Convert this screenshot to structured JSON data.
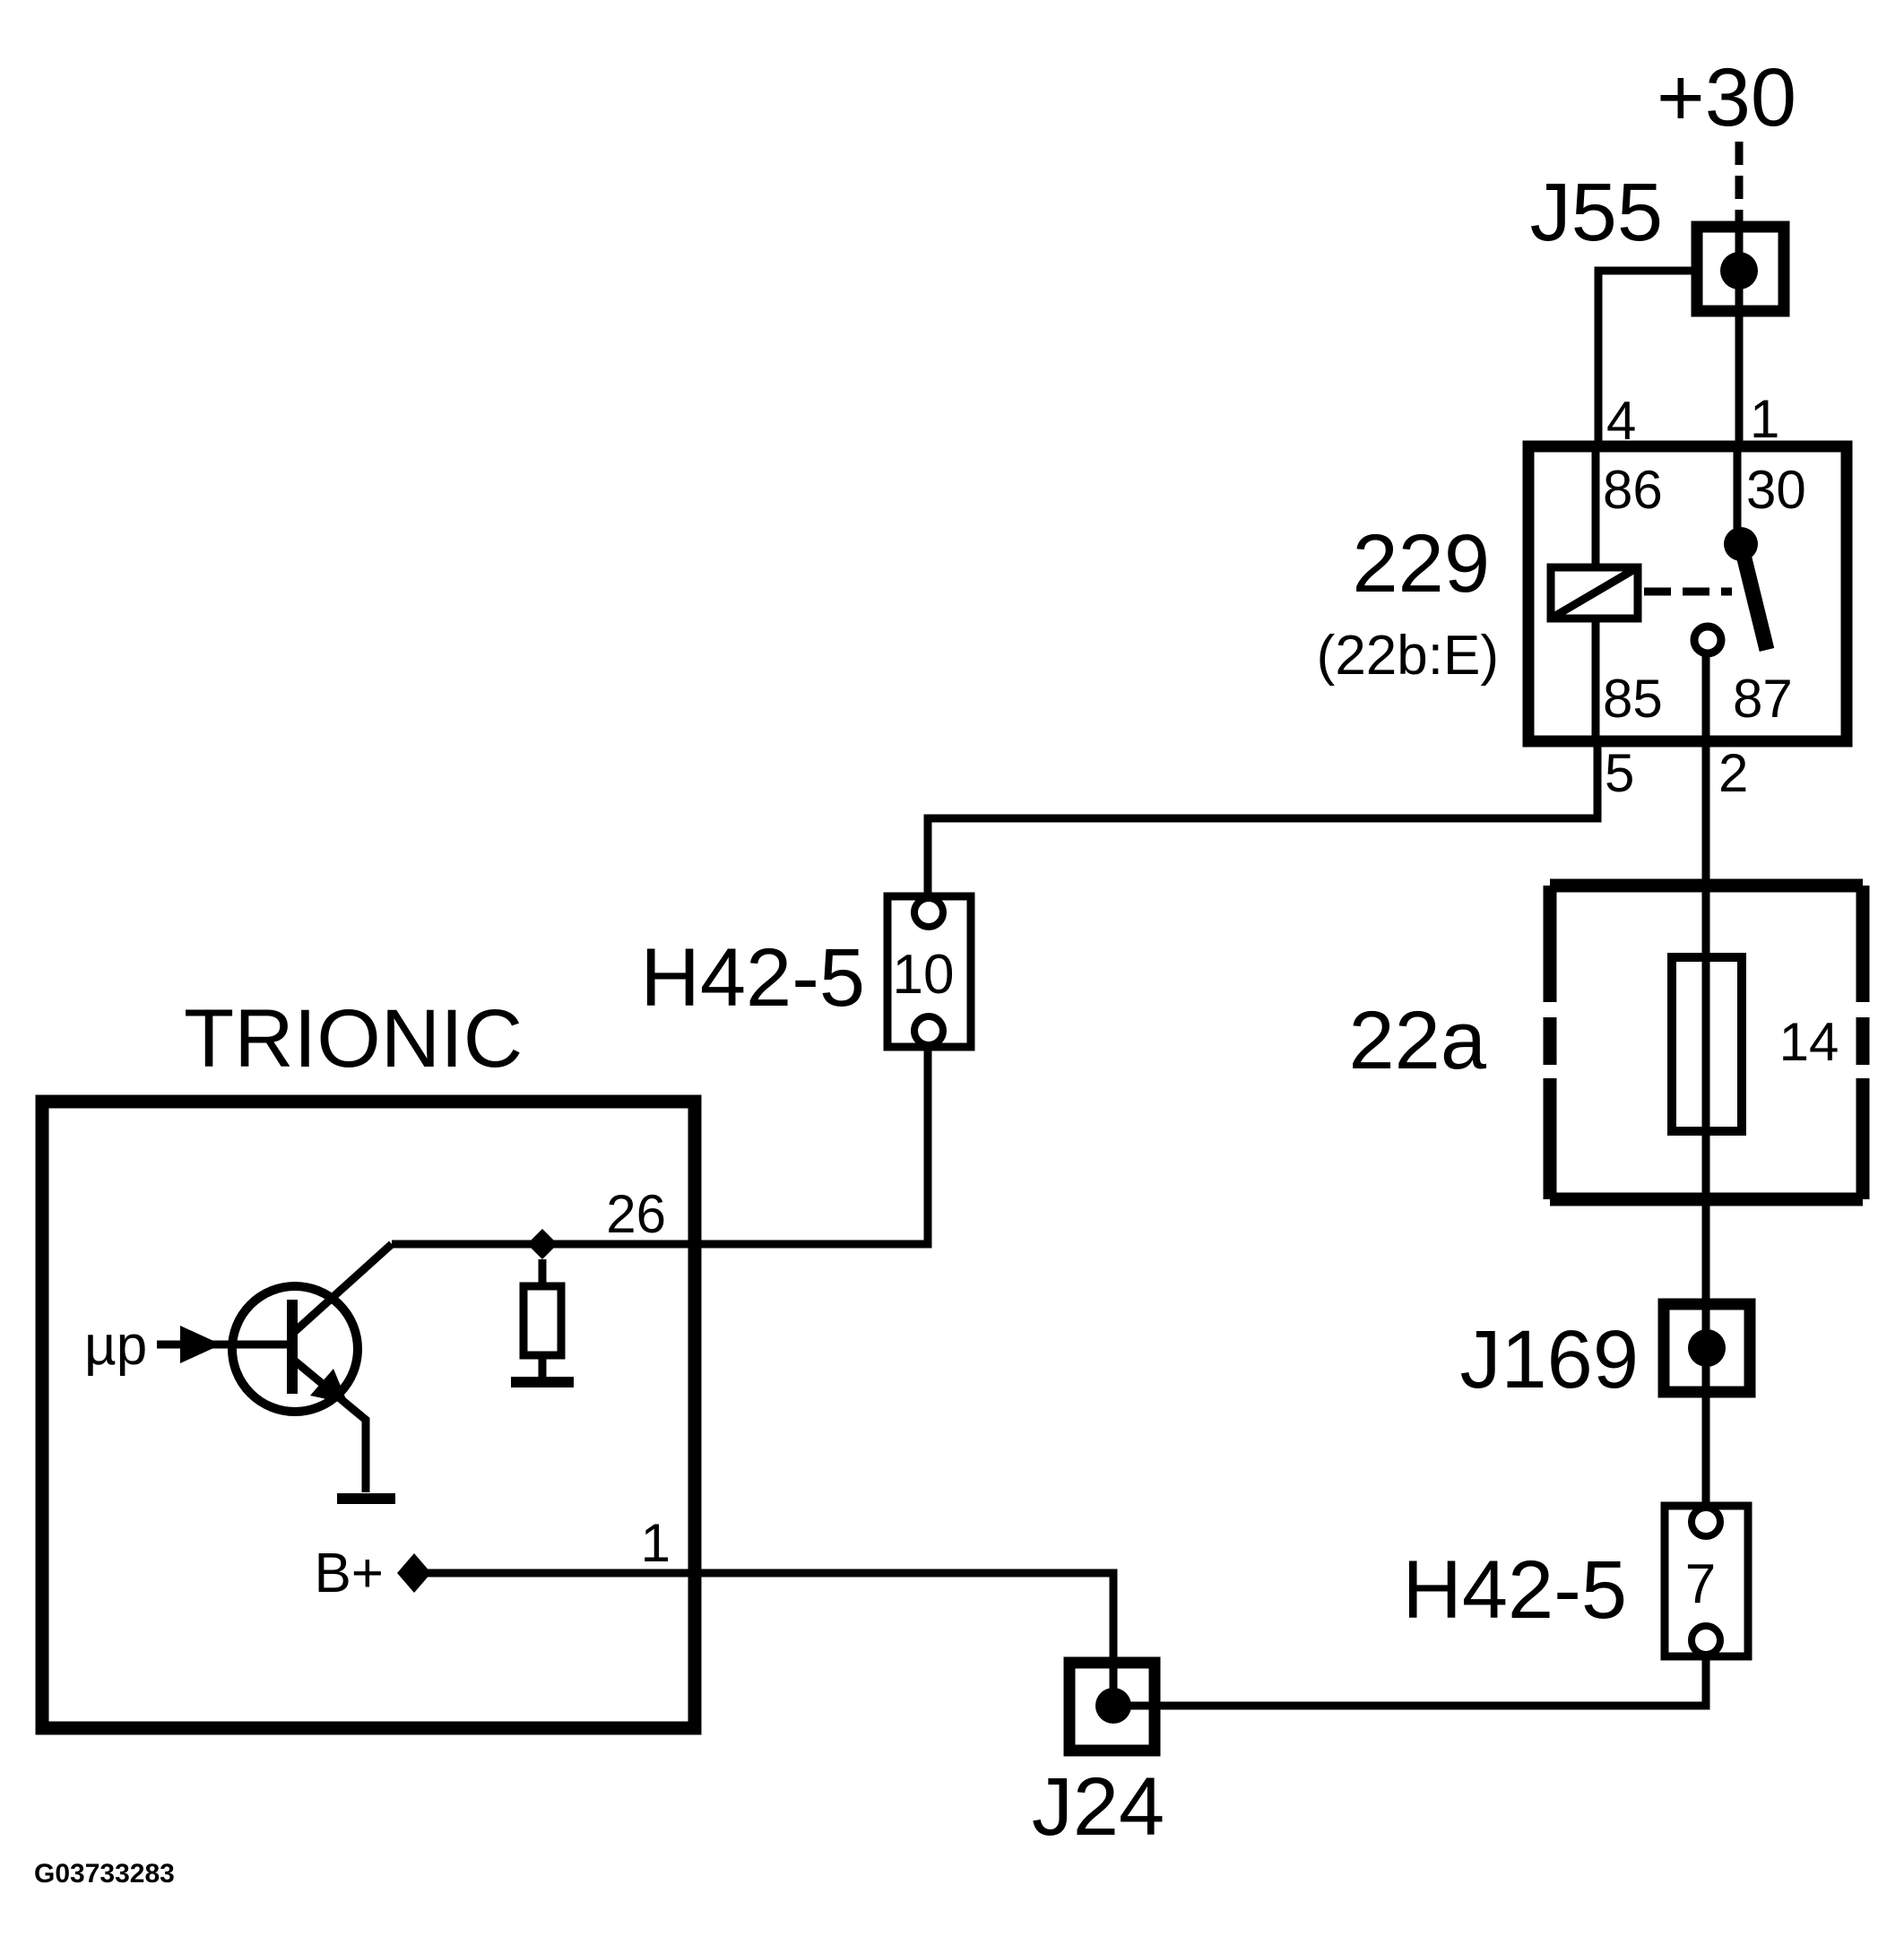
{
  "diagram": {
    "power": {
      "label": "+30"
    },
    "junction_j55": {
      "label": "J55"
    },
    "relay": {
      "label": "229",
      "sublabel": "(22b:E)",
      "pin_top_left": "4",
      "pin_top_right": "1",
      "pin_86": "86",
      "pin_30": "30",
      "pin_85": "85",
      "pin_87": "87",
      "pin_bottom_left": "5",
      "pin_bottom_right": "2"
    },
    "fuse": {
      "label": "22a",
      "pin": "14"
    },
    "junction_j169": {
      "label": "J169"
    },
    "connector_upper": {
      "label": "H42-5",
      "pin": "10"
    },
    "connector_lower": {
      "label": "H42-5",
      "pin": "7"
    },
    "junction_j24": {
      "label": "J24"
    },
    "ecu": {
      "label": "TRIONIC",
      "pin_26": "26",
      "pin_1": "1",
      "b_plus": "B+",
      "micro": "µp"
    },
    "footer_id": "G03733283",
    "colors": {
      "line": "#000000",
      "background": "#ffffff"
    }
  }
}
